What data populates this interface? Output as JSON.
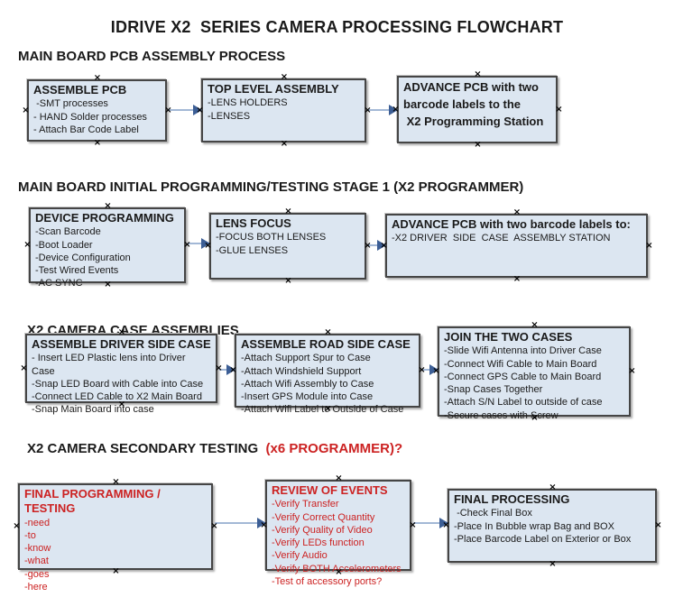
{
  "title": "IDRIVE X2  SERIES CAMERA PROCESSING FLOWCHART",
  "colors": {
    "box_fill": "#dce6f1",
    "box_border": "#454545",
    "red_text": "#cc2222",
    "arrow_line": "#a3b8d6",
    "arrow_head": "#3c5e95",
    "text": "#1a1a1a"
  },
  "sections": [
    {
      "heading": "MAIN BOARD PCB ASSEMBLY PROCESS",
      "boxes": [
        {
          "title": "ASSEMBLE PCB",
          "items": [
            " -SMT processes",
            "- HAND Solder processes",
            "- Attach Bar Code Label"
          ]
        },
        {
          "title": "TOP LEVEL ASSEMBLY",
          "items": [
            "-LENS HOLDERS",
            "-LENSES"
          ]
        },
        {
          "title": "ADVANCE PCB with two\nbarcode labels to the\n X2 Programming Station",
          "items": []
        }
      ]
    },
    {
      "heading": "MAIN BOARD INITIAL PROGRAMMING/TESTING STAGE 1 (X2 PROGRAMMER)",
      "boxes": [
        {
          "title": "DEVICE PROGRAMMING",
          "items": [
            "-Scan Barcode",
            "-Boot Loader",
            "-Device Configuration",
            "-Test Wired Events",
            "-AC SYNC"
          ]
        },
        {
          "title": "LENS FOCUS",
          "items": [
            "-FOCUS BOTH LENSES",
            "-GLUE LENSES"
          ]
        },
        {
          "title": "ADVANCE PCB with two barcode labels to:",
          "items": [
            "-X2 DRIVER  SIDE  CASE  ASSEMBLY STATION"
          ]
        }
      ]
    },
    {
      "heading": "X2 CAMERA CASE ASSEMBLIES",
      "boxes": [
        {
          "title": "ASSEMBLE DRIVER SIDE CASE",
          "items": [
            "- Insert LED Plastic lens into Driver Case",
            "-Snap LED Board with Cable into Case",
            "-Connect LED Cable to X2 Main Board",
            "-Snap Main Board into case"
          ]
        },
        {
          "title": "ASSEMBLE ROAD SIDE CASE",
          "items": [
            "-Attach Support Spur to Case",
            "-Attach Windshield Support",
            "-Attach Wifi Assembly to Case",
            "-Insert GPS Module into Case",
            "-Attach Wifi Label to Outside of Case"
          ]
        },
        {
          "title": "JOIN THE TWO CASES",
          "items": [
            "-Slide Wifi Antenna into Driver Case",
            "-Connect Wifi Cable to Main Board",
            "-Connect GPS Cable to Main Board",
            "-Snap Cases Together",
            "-Attach S/N Label to outside of case",
            "-Secure cases with Screw"
          ]
        }
      ]
    },
    {
      "heading": "X2 CAMERA SECONDARY TESTING ",
      "heading_red": " (x6 PROGRAMMER)?",
      "boxes": [
        {
          "title": "FINAL PROGRAMMING / TESTING",
          "items": [
            "-need",
            "-to",
            "-know",
            "-what",
            "-goes",
            "-here"
          ]
        },
        {
          "title": "REVIEW OF EVENTS",
          "items": [
            "-Verify Transfer",
            "-Verify Correct Quantity",
            "-Verify Quality of Video",
            "-Verify LEDs function",
            "-Verify Audio",
            "-Verify BOTH Accelerometers",
            "-Test of accessory ports?"
          ]
        },
        {
          "title": "FINAL PROCESSING",
          "items": [
            " -Check Final Box",
            "-Place In Bubble wrap Bag and BOX",
            "-Place Barcode Label on Exterior or Box"
          ]
        }
      ]
    }
  ]
}
